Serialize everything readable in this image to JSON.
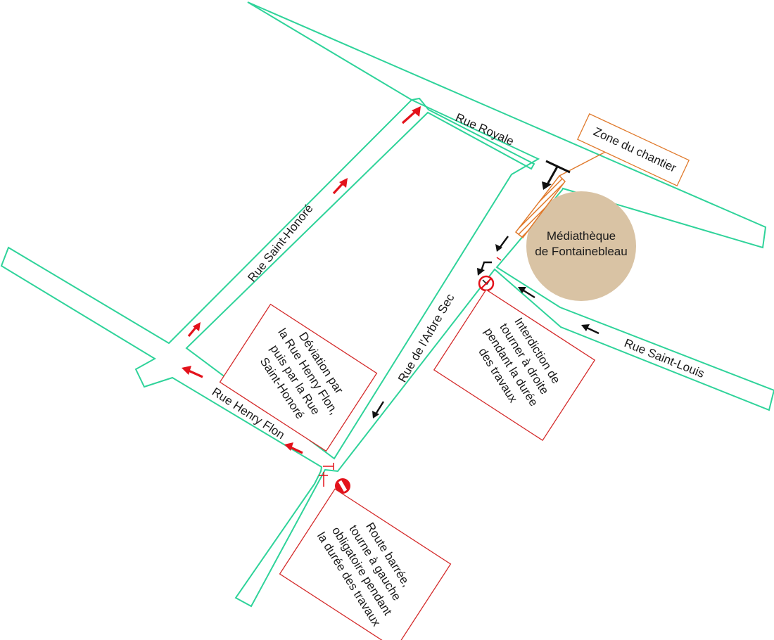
{
  "streets": {
    "royale": "Rue Royale",
    "saint_honore": "Rue Saint-Honoré",
    "arbre_sec": "Rue de l'Arbre Sec",
    "saint_louis": "Rue Saint-Louis",
    "henry_flon": "Rue Henry Flon"
  },
  "landmark": {
    "line1": "Médiathèque",
    "line2": "de Fontainebleau",
    "fill_color": "#d9c3a4"
  },
  "callouts": {
    "chantier": "Zone du chantier",
    "deviation": [
      "Déviation par",
      "la Rue Henry Flon,",
      "puis par la Rue",
      "Saint-Honoré"
    ],
    "interdiction": [
      "Interdiction de",
      "tourner à droite",
      "pendant la durée",
      "des travaux"
    ],
    "route_barree": [
      "Route barrée,",
      "tourne à gauche",
      "obligatoire pendant",
      "la durée des travaux"
    ]
  },
  "colors": {
    "street_outline": "#2fd39a",
    "detour_arrows": "#e3121b",
    "traffic_arrows": "#111111",
    "worksite": "#e07a2c",
    "callout_border": "#d42a2a"
  },
  "icons": {
    "no_entry": "no-entry-sign-icon",
    "no_right_turn": "no-right-turn-sign-icon",
    "barrier": "road-barrier-icon"
  }
}
